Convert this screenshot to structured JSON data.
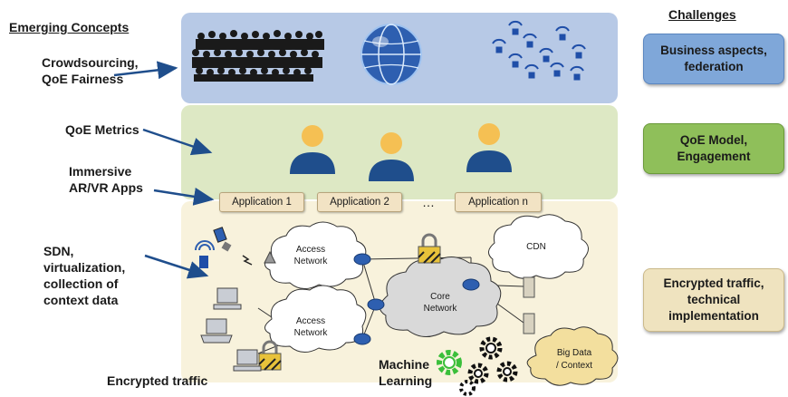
{
  "left_labels": {
    "emerging_concepts": "Emerging Concepts",
    "crowdsourcing": "Crowdsourcing,",
    "qoe_fairness": "QoE Fairness",
    "qoe_metrics": "QoE Metrics",
    "immersive": "Immersive",
    "ar_vr_apps": "AR/VR Apps",
    "sdn": "SDN,",
    "virtualization": "virtualization,",
    "collection_of": "collection of",
    "context_data": "context data",
    "encrypted_traffic": "Encrypted traffic",
    "machine": "Machine",
    "learning": "Learning"
  },
  "challenges": {
    "header": "Challenges",
    "items": [
      {
        "line1": "Business aspects,",
        "line2": "federation",
        "color": "#7fa7d9"
      },
      {
        "line1": "QoE Model,",
        "line2": "Engagement",
        "color": "#8fbf5a"
      },
      {
        "line1": "Encrypted traffic,",
        "line2": "technical",
        "line3": "implementation",
        "color": "#efe3bf"
      }
    ]
  },
  "applications": {
    "app1": "Application 1",
    "app2": "Application 2",
    "ellipsis": "…",
    "appn": "Application n"
  },
  "network": {
    "access1_l1": "Access",
    "access1_l2": "Network",
    "access2_l1": "Access",
    "access2_l2": "Network",
    "core_l1": "Core",
    "core_l2": "Network",
    "cdn": "CDN",
    "bigdata_l1": "Big Data",
    "bigdata_l2": "/ Context"
  },
  "colors": {
    "band_top": "#b7c9e6",
    "band_mid": "#dde8c4",
    "band_bottom": "#f8f2dc",
    "arrow": "#1f4e8c",
    "person_head": "#f5c053",
    "person_body": "#1f4e8c",
    "cloud": "#ffffff",
    "core_cloud": "#d9d9d9",
    "bigdata_cloud": "#f3df9e"
  }
}
